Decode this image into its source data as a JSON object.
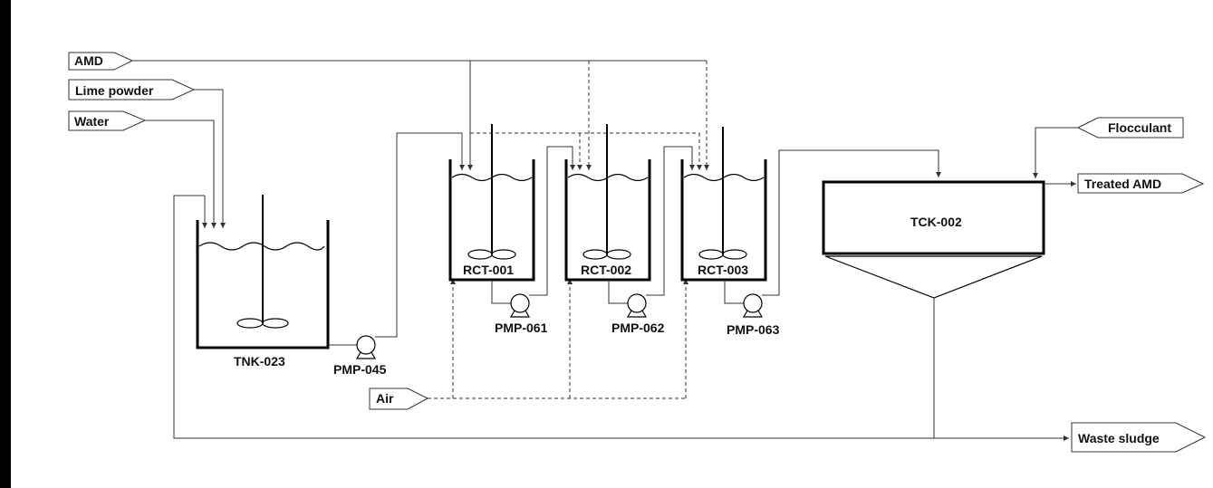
{
  "streams": {
    "amd": "AMD",
    "lime_powder": "Lime powder",
    "water": "Water",
    "flocculant": "Flocculant",
    "treated_amd": "Treated AMD",
    "air": "Air",
    "waste_sludge": "Waste sludge"
  },
  "equipment": {
    "tnk": "TNK-023",
    "rct1": "RCT-001",
    "rct2": "RCT-002",
    "rct3": "RCT-003",
    "tck": "TCK-002",
    "pmp045": "PMP-045",
    "pmp061": "PMP-061",
    "pmp062": "PMP-062",
    "pmp063": "PMP-063"
  }
}
